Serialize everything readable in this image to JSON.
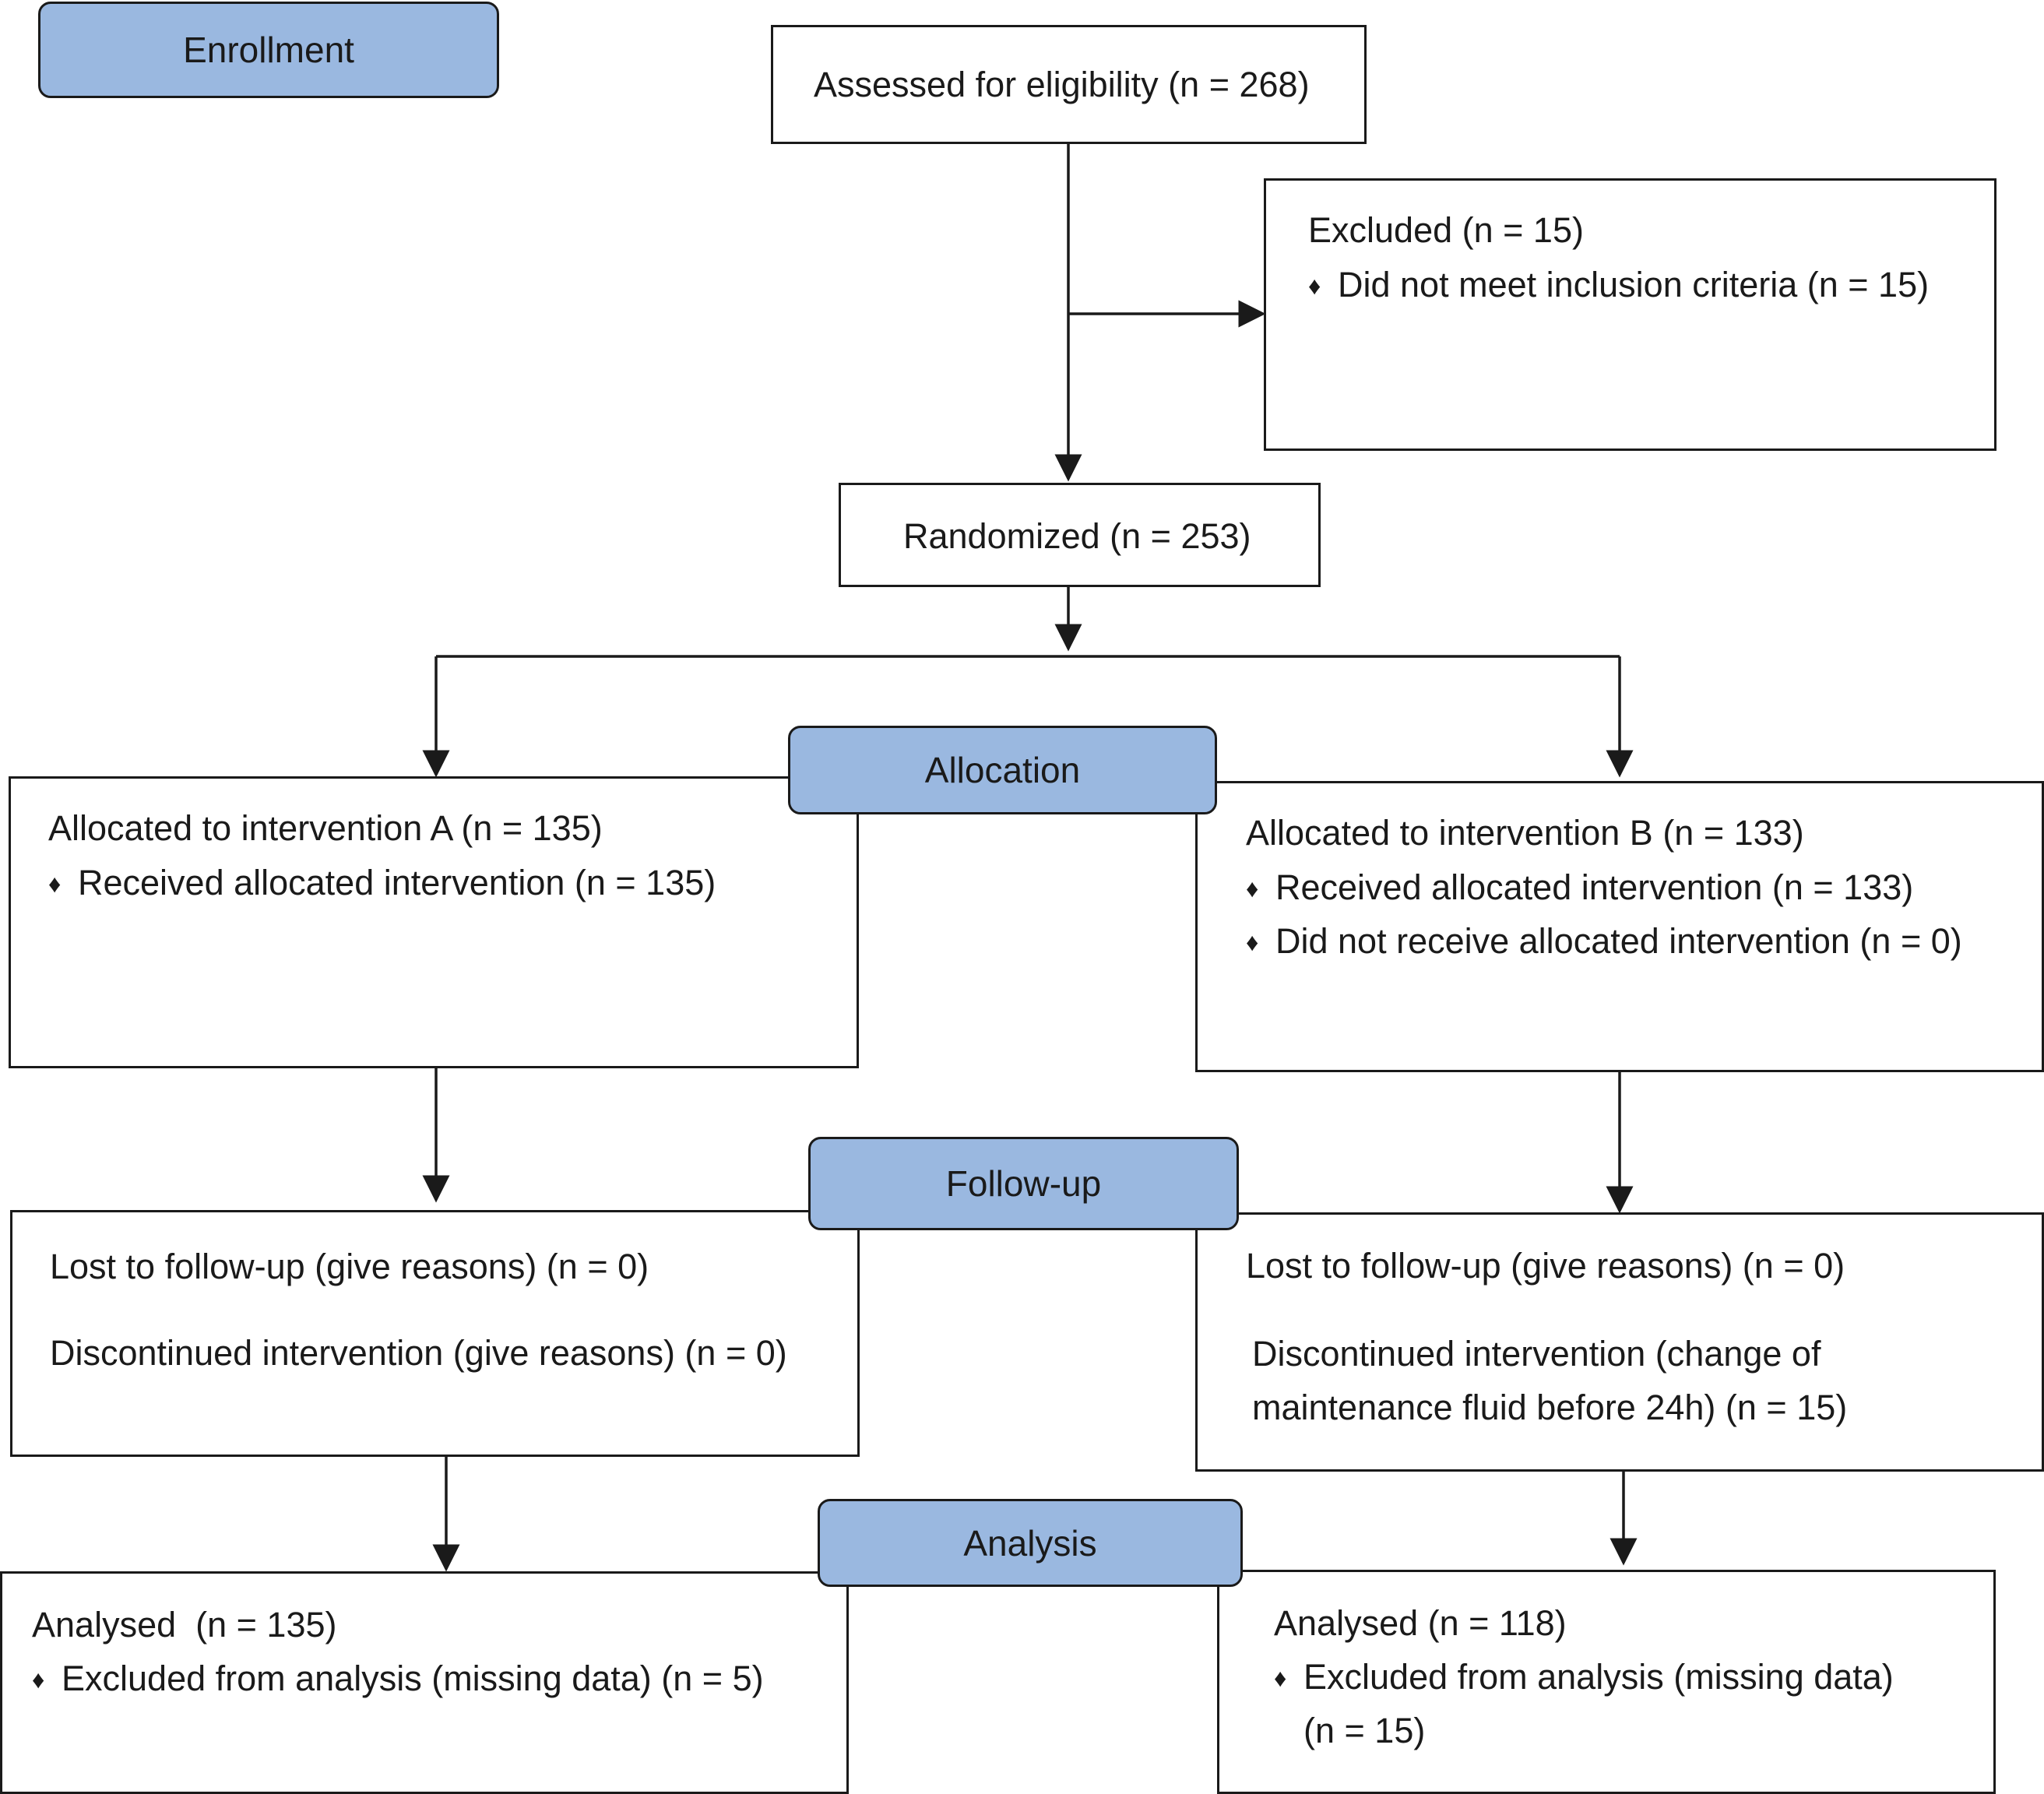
{
  "stages": {
    "enrollment": "Enrollment",
    "allocation": "Allocation",
    "follow_up": "Follow-up",
    "analysis": "Analysis"
  },
  "bullet_symbol": "♦",
  "assessed": "Assessed for eligibility (n = 268)",
  "excluded": {
    "title": "Excluded (n = 15)",
    "reason": "Did not meet inclusion criteria (n = 15)"
  },
  "randomized": "Randomized (n = 253)",
  "arm_a": {
    "allocated": "Allocated to intervention A (n = 135)",
    "received": "Received allocated intervention (n = 135)",
    "lost": "Lost to follow-up (give reasons) (n = 0)",
    "discontinued": "Discontinued intervention (give reasons) (n = 0)",
    "analysed": "Analysed  (n = 135)",
    "excluded_analysis": "Excluded from analysis (missing data) (n = 5)"
  },
  "arm_b": {
    "allocated": "Allocated to intervention B (n = 133)",
    "received": "Received allocated intervention (n = 133)",
    "not_received": "Did not receive allocated intervention (n = 0)",
    "lost": "Lost to follow-up (give reasons) (n = 0)",
    "discontinued_line1": "Discontinued intervention (change of",
    "discontinued_line2": "maintenance fluid before 24h) (n = 15)",
    "analysed": "Analysed (n = 118)",
    "excluded_analysis_line1": "Excluded from analysis (missing data)",
    "excluded_analysis_line2": "(n = 15)"
  }
}
